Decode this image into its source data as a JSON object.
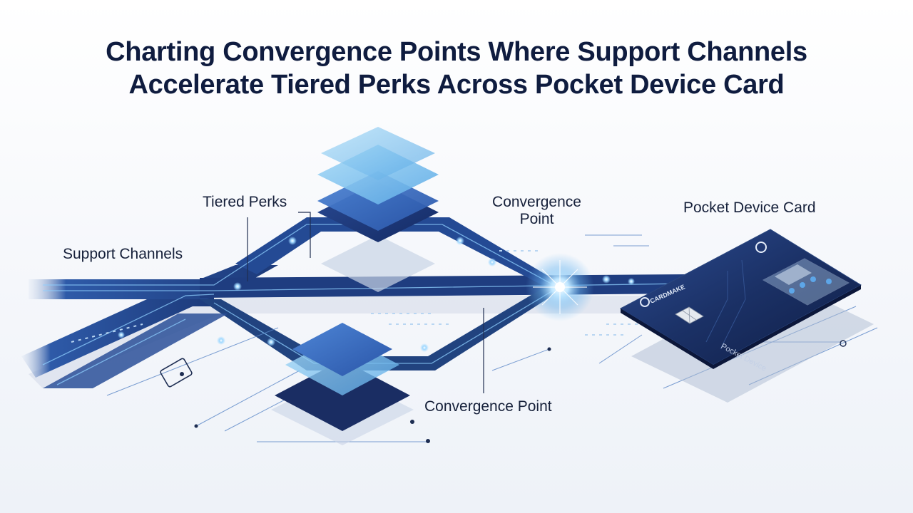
{
  "title": {
    "line1": "Charting Convergence Points Where Support Channels",
    "line2": "Accelerate Tiered Perks Across Pocket Device Card"
  },
  "labels": {
    "support_channels": "Support Channels",
    "tiered_perks": "Tiered Perks",
    "convergence_top_line1": "Convergence",
    "convergence_top_line2": "Point",
    "convergence_bottom": "Convergence Point",
    "pocket_device_card": "Pocket Device Card"
  },
  "card": {
    "brand": "CARDMAKE",
    "caption": "Pocket Device"
  },
  "colors": {
    "title": "#0f1c3f",
    "navy": "#1a2f6b",
    "blue": "#2f5fb3",
    "light_blue": "#7fc4ee",
    "glow": "#9fd8ff",
    "card_dark": "#16264f"
  },
  "icons": [
    "chip-icon",
    "logo-icon",
    "nfc-icon",
    "glow-burst-icon"
  ]
}
